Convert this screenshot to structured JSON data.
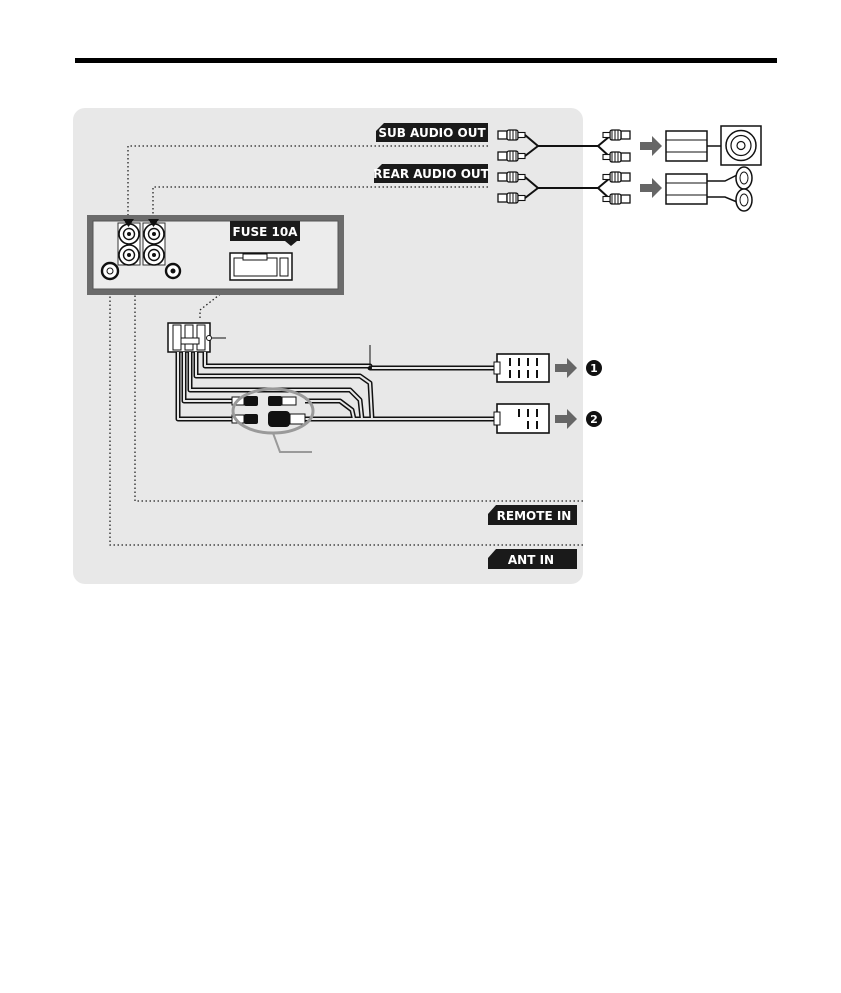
{
  "labels": {
    "sub_audio_out": "SUB AUDIO OUT",
    "rear_audio_out": "REAR AUDIO OUT",
    "fuse": "FUSE 10A",
    "remote_in": "REMOTE IN",
    "ant_in": "ANT IN"
  },
  "callouts": {
    "one": "1",
    "two": "2"
  },
  "colors": {
    "panel": "#e8e8e8",
    "label_bg": "#1a1a1a",
    "arrow": "#666666"
  }
}
